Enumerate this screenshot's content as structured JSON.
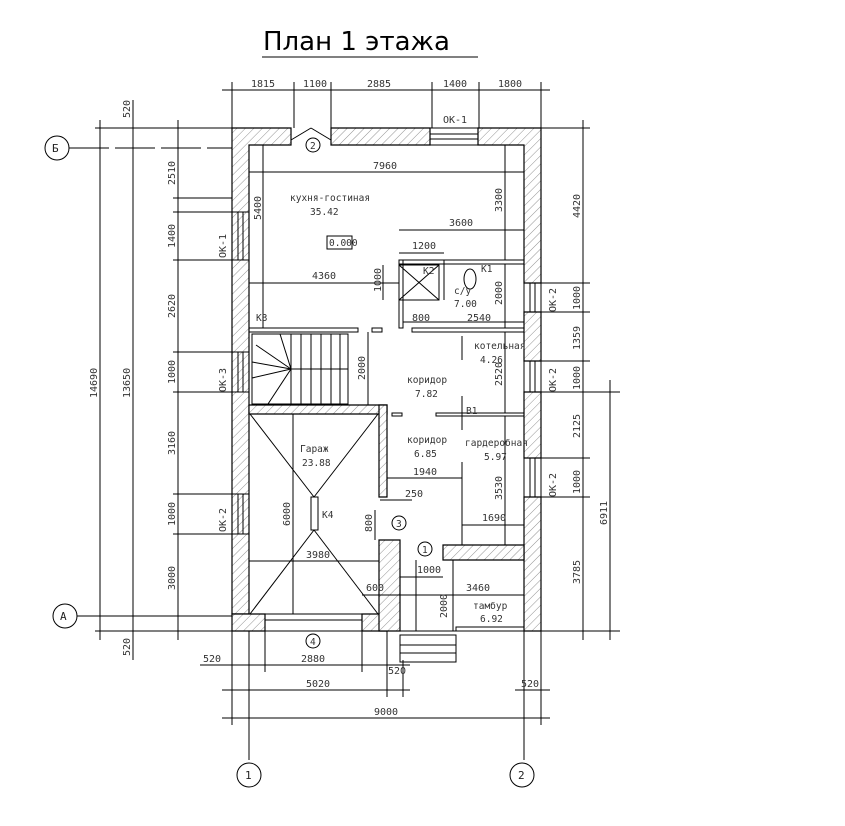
{
  "title": "План 1 этажа",
  "axes": {
    "b": "Б",
    "a": "А",
    "one": "1",
    "two": "2"
  },
  "markers": {
    "m1": "1",
    "m2": "2",
    "m3": "3",
    "m4": "4"
  },
  "elevation": "0.000",
  "rooms": [
    {
      "name": "кухня-гостиная",
      "area": "35.42"
    },
    {
      "name": "с/у",
      "area": "7.00"
    },
    {
      "name": "котельная",
      "area": "4.26"
    },
    {
      "name": "коридор",
      "area": "7.82"
    },
    {
      "name": "коридор",
      "area": "6.85"
    },
    {
      "name": "гардеробная",
      "area": "5.97"
    },
    {
      "name": "Гараж",
      "area": "23.88"
    },
    {
      "name": "тамбур",
      "area": "6.92"
    }
  ],
  "tags": {
    "k1": "К1",
    "k2": "К2",
    "k3": "К3",
    "k4": "К4",
    "b1": "В1"
  },
  "windows": {
    "top": "ОК-1",
    "l1": "ОК-1",
    "l2": "ОК-3",
    "l3": "ОК-2",
    "r1": "ОК-2",
    "r2": "ОК-2",
    "r3": "ОК-2"
  },
  "dims": {
    "top": [
      "1815",
      "1100",
      "2885",
      "1400",
      "1800"
    ],
    "left": [
      "520",
      "2510",
      "1400",
      "2620",
      "1000",
      "3160",
      "1000",
      "3000",
      "520"
    ],
    "left_total": "14690",
    "left_axes": "13650",
    "right": [
      "4420",
      "1000",
      "1359",
      "1000",
      "2125",
      "1000",
      "3785"
    ],
    "right_total": "6911",
    "bottom": [
      "520",
      "2880",
      "520"
    ],
    "bottom_mid": "5020",
    "bottom_right": "520",
    "bottom_total": "9000",
    "inner": [
      "7960",
      "5400",
      "3300",
      "3600",
      "1200",
      "1000",
      "4360",
      "2000",
      "800",
      "2540",
      "2000",
      "2520",
      "1940",
      "250",
      "800",
      "6000",
      "3980",
      "3530",
      "1690",
      "1000",
      "3460",
      "600",
      "2000"
    ]
  }
}
